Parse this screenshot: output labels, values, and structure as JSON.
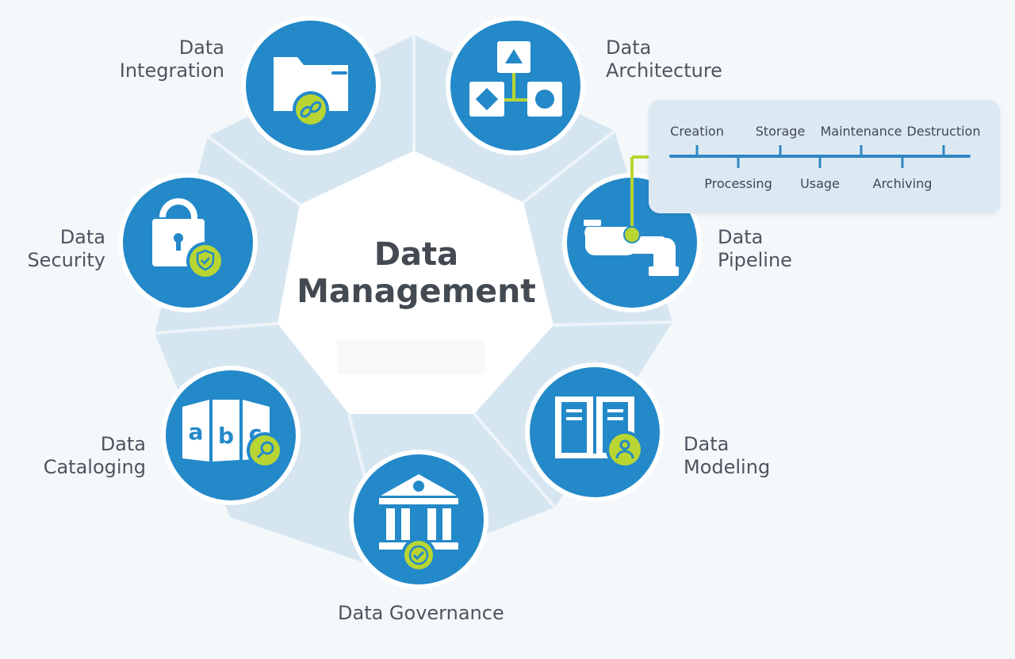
{
  "title": [
    "Data",
    "Management"
  ],
  "components": [
    {
      "id": "integration",
      "lines": [
        "Data",
        "Integration"
      ],
      "icon": "folder-link-icon"
    },
    {
      "id": "architecture",
      "lines": [
        "Data",
        "Architecture"
      ],
      "icon": "hierarchy-shapes-icon"
    },
    {
      "id": "pipeline",
      "lines": [
        "Data",
        "Pipeline"
      ],
      "icon": "pipe-icon"
    },
    {
      "id": "modeling",
      "lines": [
        "Data",
        "Modeling"
      ],
      "icon": "book-user-icon"
    },
    {
      "id": "governance",
      "lines": [
        "Data Governance"
      ],
      "icon": "institution-badge-icon"
    },
    {
      "id": "cataloging",
      "lines": [
        "Data",
        "Cataloging"
      ],
      "icon": "abc-search-icon"
    },
    {
      "id": "security",
      "lines": [
        "Data",
        "Security"
      ],
      "icon": "lock-shield-icon"
    }
  ],
  "lifecycle": {
    "upper": [
      "Creation",
      "Storage",
      "Maintenance",
      "Destruction"
    ],
    "lower": [
      "Processing",
      "Usage",
      "Archiving"
    ]
  },
  "colors": {
    "background": "#f4f8fb",
    "ring": "#d6e6f1",
    "circle": "#2389c9",
    "accent": "#b9d532",
    "panel": "#dde9f2"
  }
}
